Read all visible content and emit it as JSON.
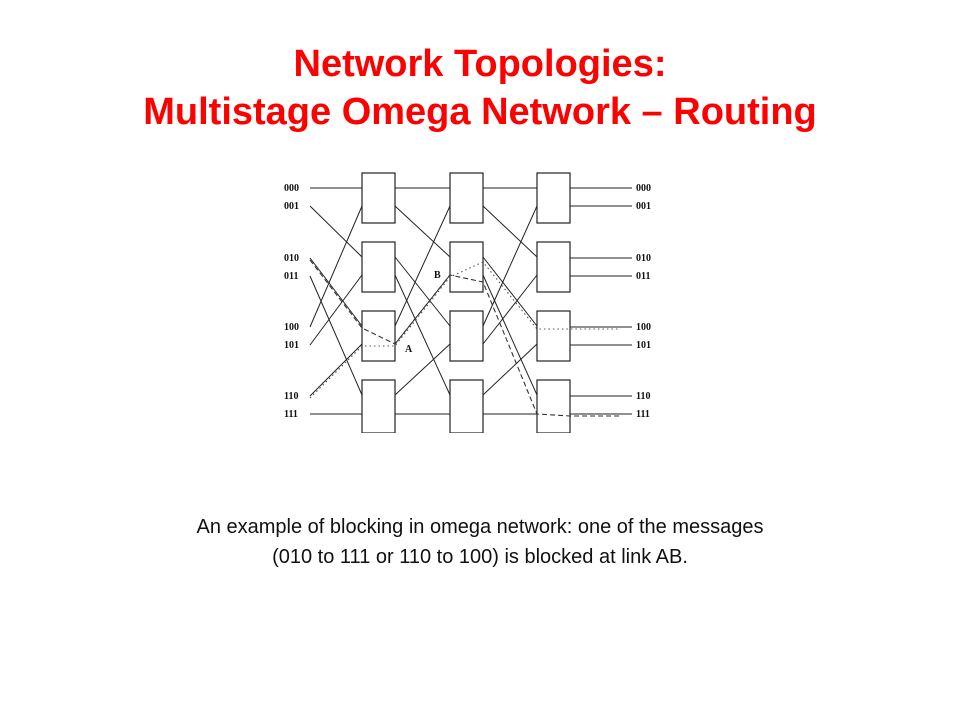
{
  "slide": {
    "title_line1": "Network Topologies:",
    "title_line2": "Multistage Omega Network – Routing",
    "caption_line1": "An example of blocking in omega network: one of the messages",
    "caption_line2": "(010 to 111 or 110 to 100) is blocked at link AB."
  },
  "diagram": {
    "input_labels": [
      "000",
      "001",
      "010",
      "011",
      "100",
      "101",
      "110",
      "111"
    ],
    "output_labels": [
      "000",
      "001",
      "010",
      "011",
      "100",
      "101",
      "110",
      "111"
    ],
    "node_labels": {
      "a": "A",
      "b": "B"
    },
    "stages": 3,
    "switches_per_stage": 4,
    "colors": {
      "title": "#ff0000",
      "lines": "#222222"
    }
  }
}
